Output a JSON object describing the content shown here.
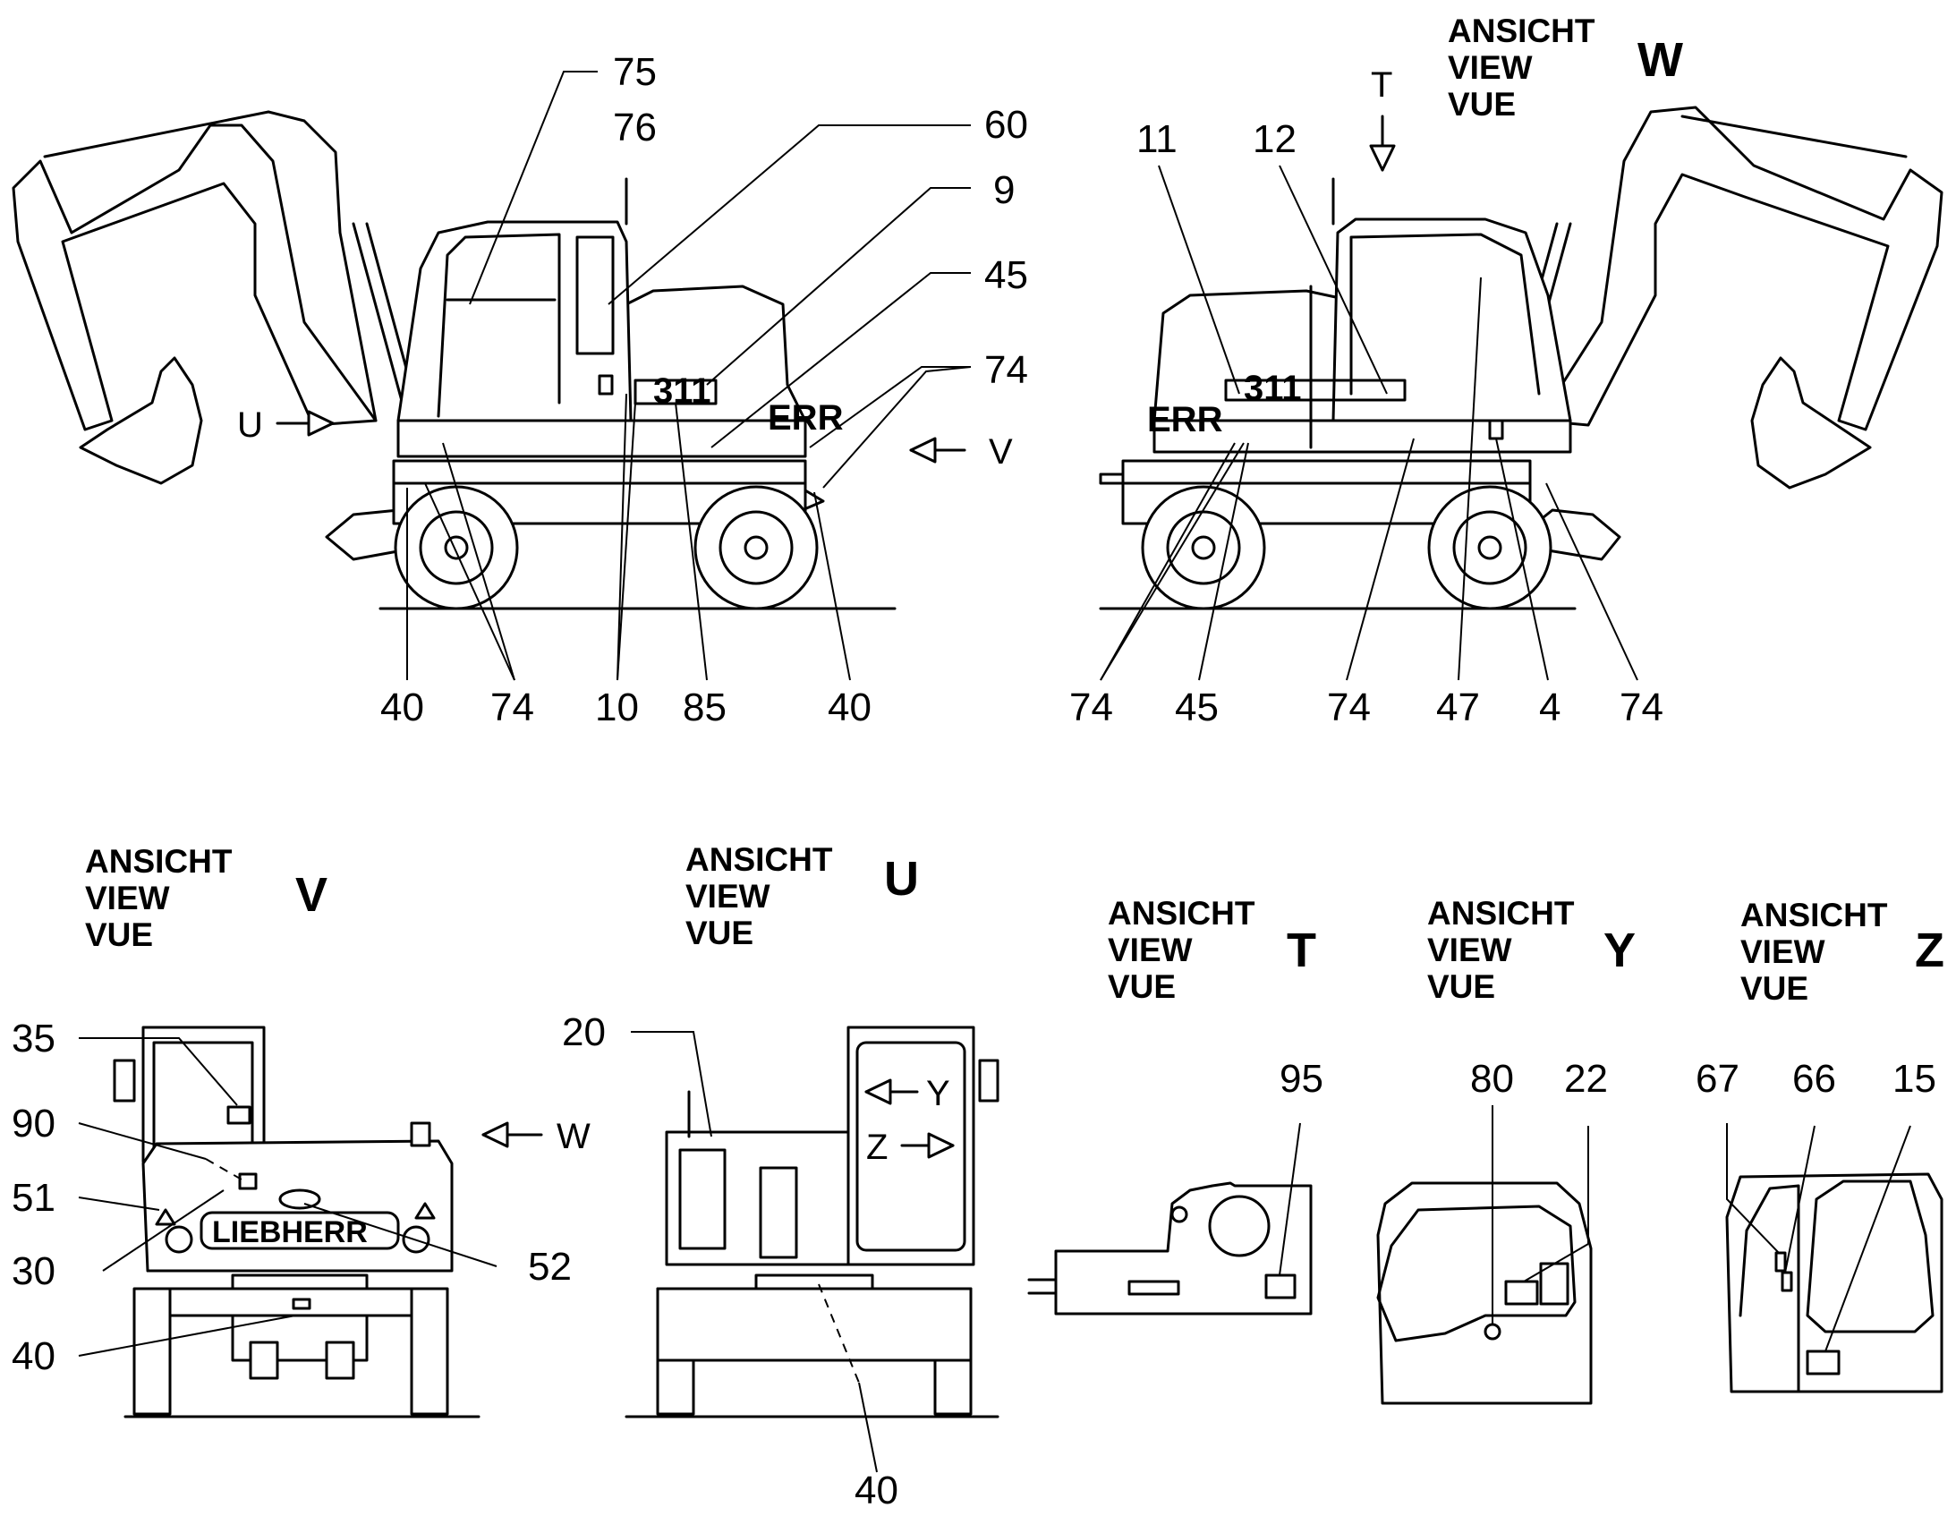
{
  "views": {
    "W": {
      "caption": [
        "ANSICHT",
        "VIEW",
        "VUE"
      ],
      "letter": "W"
    },
    "V": {
      "caption": [
        "ANSICHT",
        "VIEW",
        "VUE"
      ],
      "letter": "V"
    },
    "U": {
      "caption": [
        "ANSICHT",
        "VIEW",
        "VUE"
      ],
      "letter": "U"
    },
    "T": {
      "caption": [
        "ANSICHT",
        "VIEW",
        "VUE"
      ],
      "letter": "T"
    },
    "Y": {
      "caption": [
        "ANSICHT",
        "VIEW",
        "VUE"
      ],
      "letter": "Y"
    },
    "Z": {
      "caption": [
        "ANSICHT",
        "VIEW",
        "VUE"
      ],
      "letter": "Z"
    }
  },
  "arrows": {
    "U": "U",
    "V": "V",
    "T": "T",
    "W": "W",
    "Y": "Y",
    "Z": "Z"
  },
  "left_side_callouts": {
    "top": [
      "75",
      "76",
      "60",
      "9",
      "45",
      "74"
    ],
    "bottom": [
      "40",
      "74",
      "10",
      "85",
      "40"
    ]
  },
  "right_side_callouts": {
    "top": [
      "11",
      "12"
    ],
    "bottom": [
      "74",
      "45",
      "74",
      "47",
      "4",
      "74"
    ]
  },
  "view_v_callouts": [
    "35",
    "90",
    "51",
    "30",
    "40",
    "52"
  ],
  "view_u_callouts": [
    "20",
    "40"
  ],
  "view_t_callouts": [
    "95"
  ],
  "view_y_callouts": [
    "80",
    "22"
  ],
  "view_z_callouts": [
    "67",
    "66",
    "15"
  ],
  "decals": {
    "model_left": "311",
    "model_right": "311",
    "brand": "LIEBHERR",
    "brand_short_left": "ERR",
    "brand_short_right": "ERR"
  }
}
